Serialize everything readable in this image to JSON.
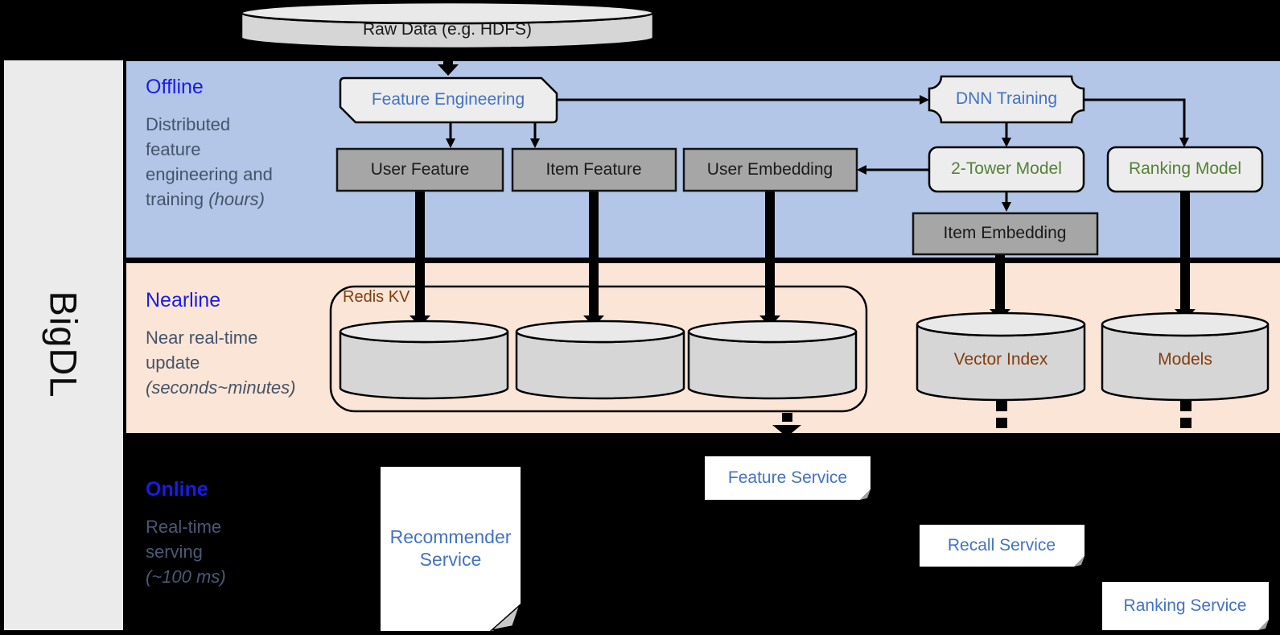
{
  "sidebar": {
    "brand": "BigDL"
  },
  "lanes": {
    "offline": {
      "title": "Offline",
      "lines": [
        "Distributed",
        "feature",
        "engineering and"
      ],
      "tail": "training ",
      "tail_italic": "(hours)"
    },
    "nearline": {
      "title": "Nearline",
      "lines": [
        "Near real-time",
        "update"
      ],
      "tail": "",
      "tail_italic": "(seconds~minutes)"
    },
    "online": {
      "title": "Online",
      "lines": [
        "Real-time",
        "serving"
      ],
      "tail": "",
      "tail_italic": "(~100 ms)"
    }
  },
  "nodes": {
    "raw_data": "Raw Data (e.g. HDFS)",
    "feature_engineering": "Feature Engineering",
    "dnn_training": "DNN Training",
    "user_feature": "User Feature",
    "item_feature": "Item Feature",
    "user_embedding": "User Embedding",
    "two_tower_model": "2-Tower Model",
    "ranking_model": "Ranking Model",
    "item_embedding": "Item Embedding",
    "redis_kv": "Redis KV",
    "vector_index": "Vector Index",
    "models": "Models",
    "feature_service": "Feature Service",
    "recall_service": "Recall Service",
    "ranking_service": "Ranking Service",
    "recommender_service_line1": "Recommender",
    "recommender_service_line2": "Service"
  },
  "colors": {
    "offline_band": "#b3c6e7",
    "nearline_band": "#fbe5d6",
    "online_band": "#000000",
    "lane_title_blue": "#1b1be6",
    "lane_desc_gray": "#44546a",
    "node_text_blue": "#4472c4",
    "node_text_green": "#538135",
    "node_text_brown": "#843c0c",
    "gray_box_fill": "#a6a6a6",
    "light_box_fill": "#ededed",
    "cylinder_fill": "#d6d6d6",
    "sidebar_fill": "#ebebeb",
    "service_box_fill": "#ffffff"
  }
}
